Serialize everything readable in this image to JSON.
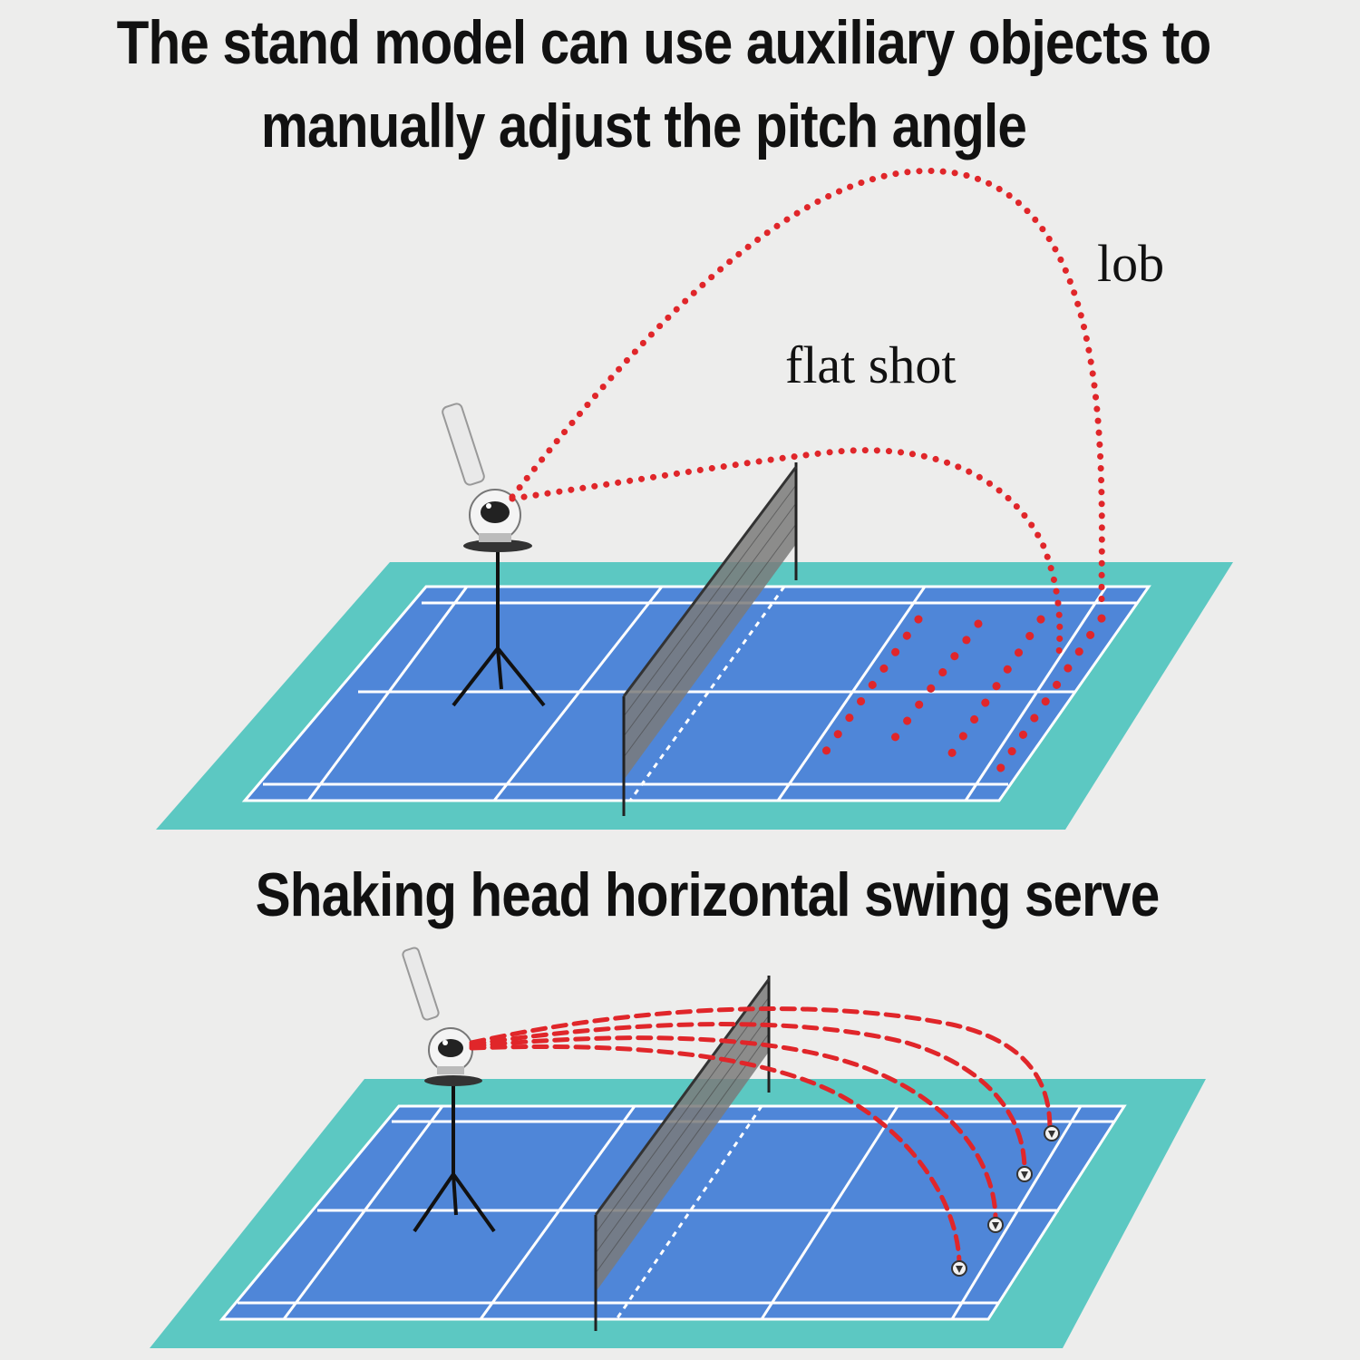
{
  "header": {
    "title_line1": "The stand model can use auxiliary objects to",
    "title_line2": "manually adjust the pitch angle"
  },
  "top_diagram": {
    "labels": {
      "lob": "lob",
      "flat_shot": "flat shot"
    }
  },
  "bottom_diagram": {
    "title": "Shaking head horizontal swing serve"
  },
  "colors": {
    "background": "#ededec",
    "court_outer": "#5cc8c2",
    "court_inner": "#4f86d8",
    "court_lines": "#ffffff",
    "trajectory": "#e0262a",
    "net": "#555555"
  },
  "icons": {
    "machine": "shuttlecock-launcher-machine-icon",
    "tripod": "tripod-stand-icon",
    "shuttlecock": "shuttlecock-icon"
  }
}
